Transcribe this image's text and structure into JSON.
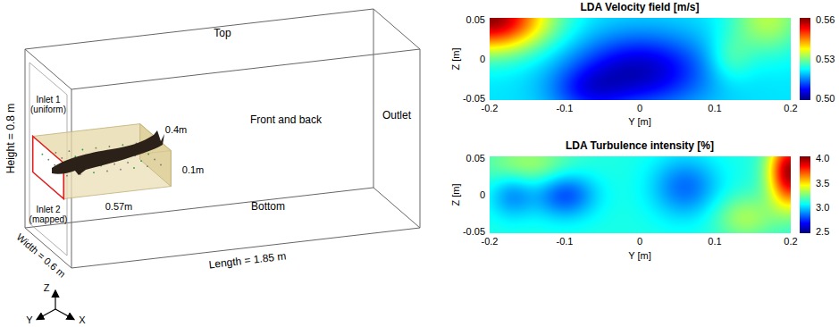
{
  "diagram": {
    "labels": [
      "Top",
      "Outlet",
      "Inlet 1 (uniform)",
      "0.4m",
      "Front and back",
      "Height = 0.8 m",
      "0.1m",
      "Inlet 2 (mapped)",
      "0.57m",
      "Bottom",
      "Width = 0.6 m",
      "Length = 1.85 m",
      "Z",
      "Y",
      "X",
      "LDA Velocity field [m/s]",
      "0.05",
      "0",
      "-0.05",
      "Z [m]",
      "-0.2",
      "-0.1",
      "0",
      "0.1",
      "0.2",
      "Y [m]",
      "0.56",
      "0.53",
      "0.50",
      "LDA Turbulence intensity [%]",
      "0.05",
      "0",
      "-0.05",
      "Z [m]",
      "-0.2",
      "-0.1",
      "0",
      "0.1",
      "0.2",
      "Y [m]",
      "4.0",
      "3.5",
      "3.0",
      "2.5"
    ]
  }
}
